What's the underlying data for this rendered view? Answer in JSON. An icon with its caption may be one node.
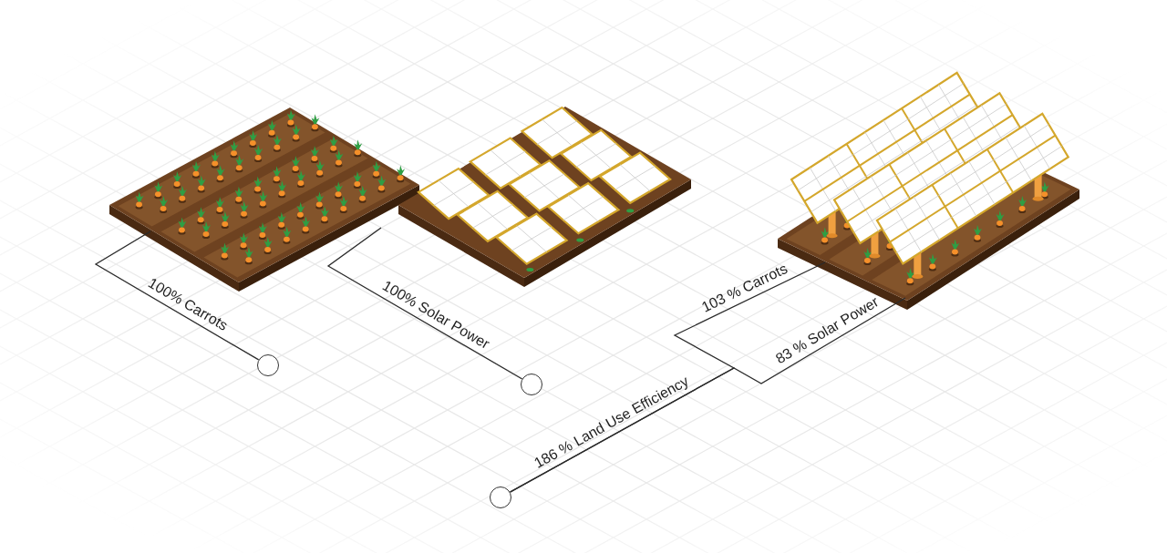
{
  "diagram": {
    "nodes": [
      {
        "text": [],
        "shape": "picture"
      },
      {
        "text": [],
        "shape": "picture"
      },
      {
        "text": [],
        "shape": "picture"
      },
      {
        "text": [],
        "shape": "circle"
      },
      {
        "text": [],
        "shape": "circle"
      },
      {
        "text": [],
        "shape": "circle"
      }
    ],
    "labels": [
      "186 % Land Use Efficiency"
    ],
    "edges": [
      {
        "from": 0,
        "to": 3,
        "arrow": "none",
        "label": "100% Carrots"
      },
      {
        "from": 1,
        "to": 4,
        "arrow": "none",
        "label": "100% Solar Power"
      },
      {
        "from": 2,
        "to": 5,
        "arrow": "none",
        "label": "103 % Carrots"
      },
      {
        "from": 2,
        "to": 5,
        "arrow": "none",
        "label": "83 % Solar Power"
      }
    ]
  }
}
